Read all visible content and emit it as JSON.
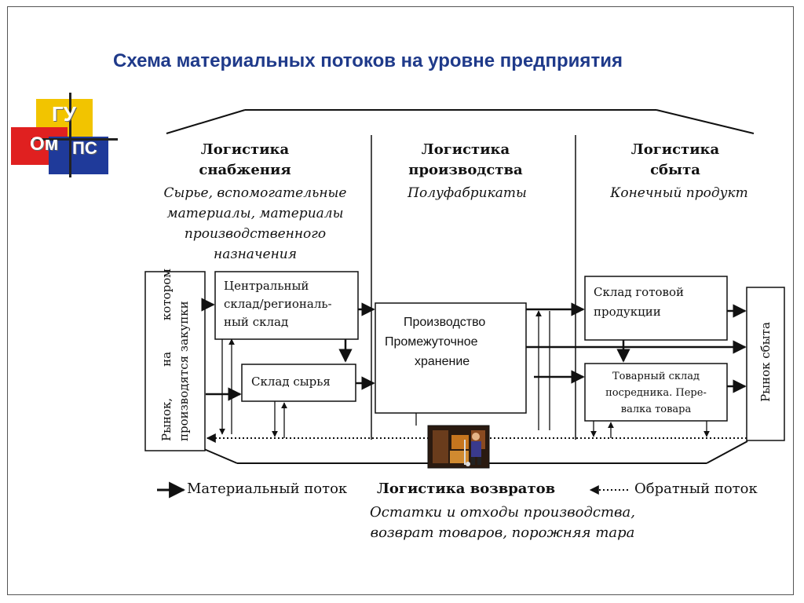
{
  "title": "Схема материальных потоков на уровне предприятия",
  "logo": {
    "part1": "ГУ",
    "part2": "Ом",
    "part3": "ПС"
  },
  "columns": [
    {
      "heading": [
        "Логистика",
        "снабжения"
      ],
      "subtitle": [
        "Сырье, вспомогательные",
        "материалы, материалы",
        "производственного",
        "назначения"
      ]
    },
    {
      "heading": [
        "Логистика",
        "производства"
      ],
      "subtitle": [
        "Полуфабрикаты"
      ]
    },
    {
      "heading": [
        "Логистика",
        "сбыта"
      ],
      "subtitle": [
        "Конечный продукт"
      ]
    }
  ],
  "boxes": {
    "market_left": [
      "Рынок,",
      "на",
      "котором",
      "производятся закупки"
    ],
    "central_warehouse": [
      "Центральный",
      "склад/региональ-",
      "ный склад"
    ],
    "raw_warehouse": "Склад сырья",
    "production": [
      "Производство",
      "Промежуточное",
      "хранение"
    ],
    "finished_warehouse": [
      "Склад готовой",
      "продукции"
    ],
    "intermediary_warehouse": [
      "Товарный склад",
      "посредника. Пере-",
      "валка товара"
    ],
    "market_right": "Рынок сбыта"
  },
  "legend": {
    "material_flow": "Материальный поток",
    "reverse_flow": "Обратный поток"
  },
  "returns": {
    "heading": "Логистика возвратов",
    "subtitle": [
      "Остатки и отходы производства,",
      "возврат товаров, порожняя тара"
    ]
  },
  "colors": {
    "title": "#1f3a8a",
    "logo_yellow": "#f2c400",
    "logo_red": "#e02020",
    "logo_blue": "#1f3a9a"
  }
}
